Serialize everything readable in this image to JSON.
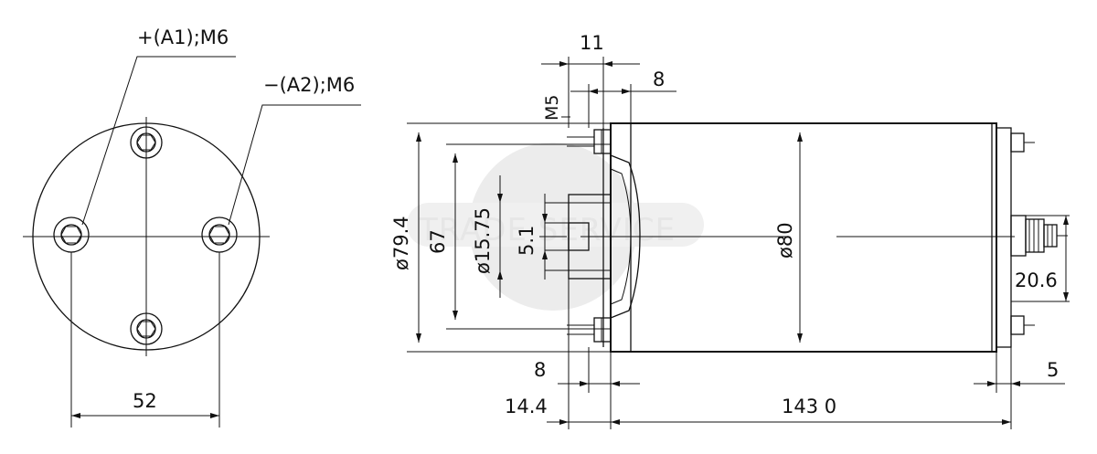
{
  "labels": {
    "terminal_positive": "+(A1);M6",
    "terminal_negative": "−(A2);M6",
    "bolt_circle": "52",
    "flange_offset": "11",
    "boss_width": "8",
    "thread": "M5",
    "flange_dia": "ø79.4",
    "pilot": "67",
    "shaft_dia": "ø15.75",
    "key": "5.1",
    "body_dia": "ø80",
    "terminal_height": "20.6",
    "lower_boss": "8",
    "end_cap": "5",
    "front_length": "14.4",
    "body_length": "143 0"
  },
  "watermark": "TRADE SERVICE"
}
